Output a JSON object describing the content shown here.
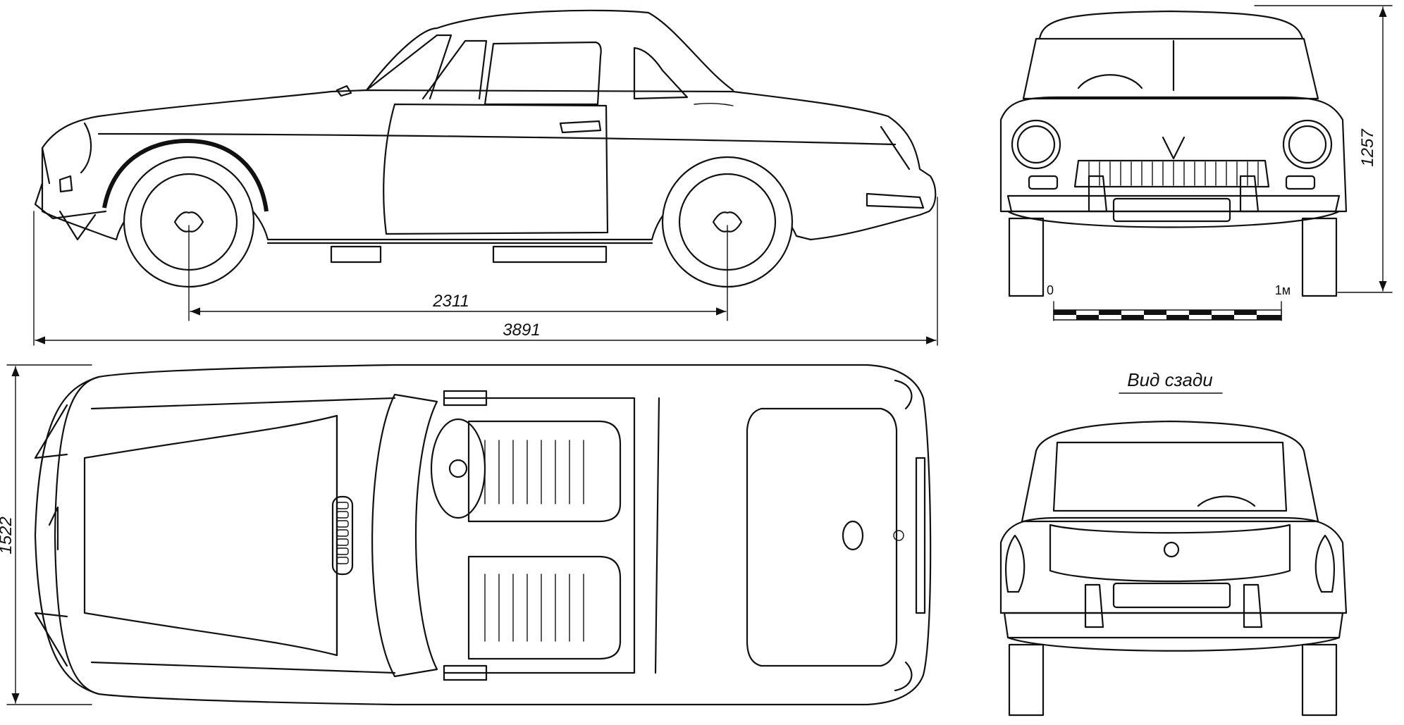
{
  "dimensions": {
    "wheelbase": "2311",
    "length": "3891",
    "height": "1257",
    "width": "1522"
  },
  "scale_bar": {
    "start_label": "0",
    "end_label": "1м"
  },
  "rear_view_title": "Вид сзади",
  "colors": {
    "line": "#111111",
    "background": "#ffffff"
  }
}
